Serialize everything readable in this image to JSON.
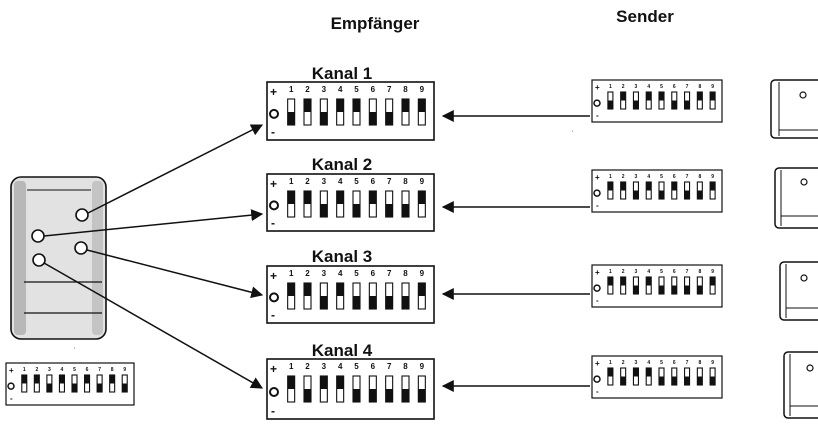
{
  "headers": {
    "receiver": "Empfänger",
    "sender": "Sender"
  },
  "dip": {
    "plus": "+",
    "minus": "-",
    "numbers": [
      "1",
      "2",
      "3",
      "4",
      "5",
      "6",
      "7",
      "8",
      "9"
    ]
  },
  "channels": [
    {
      "label": "Kanal 1",
      "switches": [
        "down",
        "up",
        "down",
        "up",
        "up",
        "down",
        "down",
        "up",
        "up"
      ]
    },
    {
      "label": "Kanal 2",
      "switches": [
        "up",
        "up",
        "down",
        "up",
        "down",
        "up",
        "down",
        "down",
        "up"
      ]
    },
    {
      "label": "Kanal 3",
      "switches": [
        "up",
        "up",
        "down",
        "up",
        "down",
        "down",
        "down",
        "down",
        "up"
      ]
    },
    {
      "label": "Kanal 4",
      "switches": [
        "up",
        "down",
        "up",
        "up",
        "down",
        "down",
        "down",
        "down",
        "down"
      ]
    }
  ],
  "remote_switches": [
    "up",
    "up",
    "down",
    "up",
    "down",
    "up",
    "down",
    "up",
    "down"
  ],
  "colors": {
    "ink": "#111111",
    "paper": "#ffffff",
    "device_shade": "#d4d4d4"
  }
}
